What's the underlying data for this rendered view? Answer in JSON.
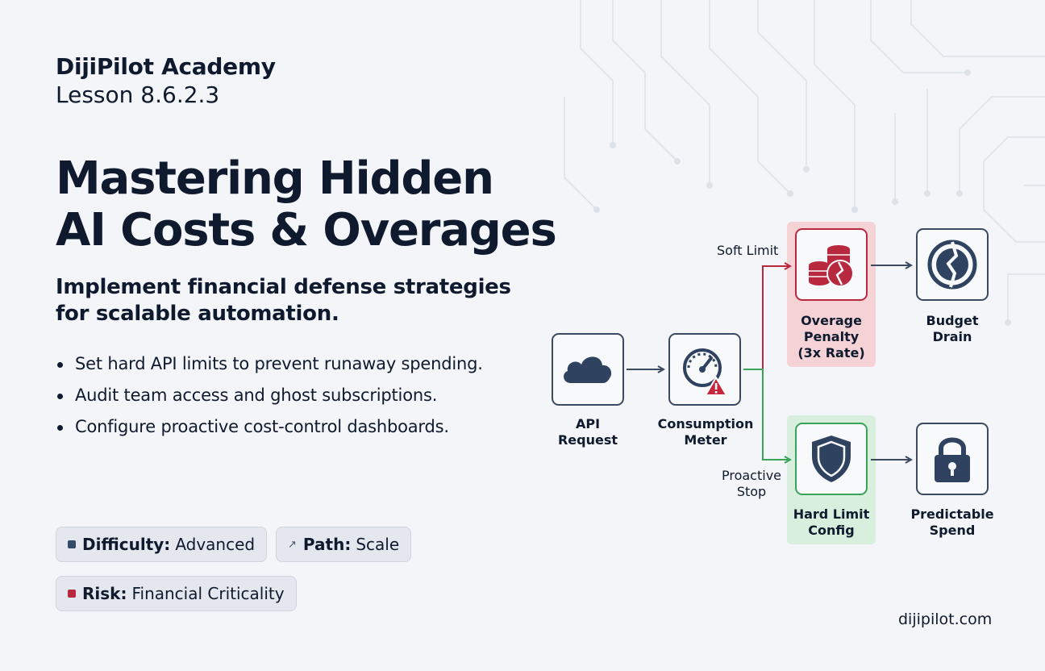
{
  "header": {
    "academy": "DijiPilot Academy",
    "lesson": "Lesson 8.6.2.3"
  },
  "title_lines": [
    "Mastering Hidden",
    "AI Costs & Overages"
  ],
  "subtitle_lines": [
    "Implement financial defense strategies",
    "for scalable automation."
  ],
  "bullets": [
    "Set hard API limits to prevent runaway spending.",
    "Audit team access and ghost subscriptions.",
    "Configure proactive cost-control dashboards."
  ],
  "badges": {
    "difficulty": {
      "key": "Difficulty:",
      "value": "Advanced",
      "color": "#35496b"
    },
    "path": {
      "key": "Path:",
      "value": "Scale"
    },
    "risk": {
      "key": "Risk:",
      "value": "Financial Criticality",
      "color": "#b8283f"
    }
  },
  "footer": {
    "url": "dijipilot.com"
  },
  "diagram": {
    "colors": {
      "neutral": "#3c4a61",
      "danger": "#b8283f",
      "safe": "#3aa35a",
      "danger_zone": "#f4d2d6",
      "safe_zone": "#d7efdc"
    },
    "nodes": {
      "api_request": {
        "lines": [
          "API",
          "Request"
        ],
        "icon": "cloud-icon"
      },
      "consumption_meter": {
        "lines": [
          "Consumption",
          "Meter"
        ],
        "icon": "gauge-warning-icon"
      },
      "overage_penalty": {
        "lines": [
          "Overage",
          "Penalty",
          "(3x Rate)"
        ],
        "icon": "broken-coins-icon"
      },
      "budget_drain": {
        "lines": [
          "Budget",
          "Drain"
        ],
        "icon": "broken-circle-icon"
      },
      "hard_limit_config": {
        "lines": [
          "Hard Limit",
          "Config"
        ],
        "icon": "shield-icon"
      },
      "predictable_spend": {
        "lines": [
          "Predictable",
          "Spend"
        ],
        "icon": "lock-icon"
      }
    },
    "edge_labels": {
      "soft_limit": "Soft Limit",
      "proactive_stop": [
        "Proactive",
        "Stop"
      ]
    }
  }
}
